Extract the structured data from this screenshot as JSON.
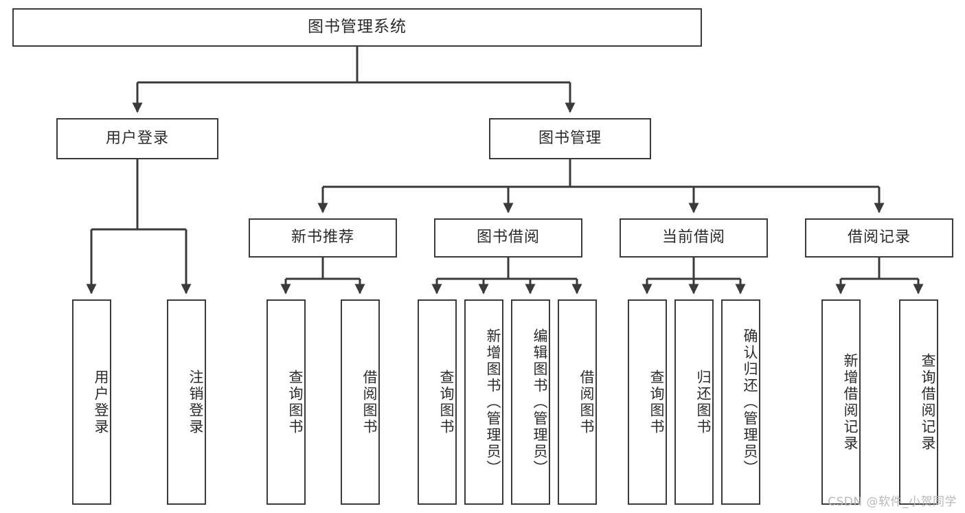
{
  "diagram": {
    "title": "图书管理系统",
    "watermark": "CSDN @软件_小贺同学",
    "line_color": "#3a3a3a",
    "text_color": "#2b2b2b",
    "background": "#ffffff",
    "nodes": {
      "root": "图书管理系统",
      "l1": {
        "user_login": "用户登录",
        "book_manage": "图书管理"
      },
      "l2": {
        "new_book_rec": "新书推荐",
        "book_borrow": "图书借阅",
        "current_borrow": "当前借阅",
        "borrow_record": "借阅记录"
      },
      "leaves": {
        "user_login_1": "用户登录",
        "user_login_2": "注销登录",
        "new_book_rec_1": "查询图书",
        "new_book_rec_2": "借阅图书",
        "book_borrow_1": "查询图书",
        "book_borrow_2": "新增图书（管理员）",
        "book_borrow_3": "编辑图书（管理员）",
        "book_borrow_4": "借阅图书",
        "current_borrow_1": "查询图书",
        "current_borrow_2": "归还图书",
        "current_borrow_3": "确认归还（管理员）",
        "borrow_record_1": "新增借阅记录",
        "borrow_record_2": "查询借阅记录"
      }
    }
  }
}
